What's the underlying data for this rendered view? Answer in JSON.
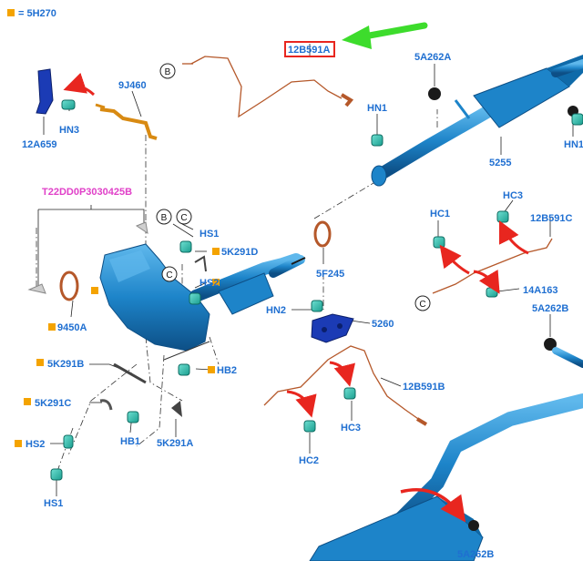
{
  "legend": {
    "swatch_color": "#f4a300",
    "text": "= 5H270"
  },
  "colors": {
    "label": "#1f6fd1",
    "magenta": "#e040c8",
    "part": "#1d84c9",
    "part_dark": "#0d4f86",
    "wire": "#b5582a",
    "arrow_red": "#e8261f",
    "arrow_green": "#3ddc2c",
    "highlight_box": "#e8261f",
    "marker": "#f4a300"
  },
  "labels": {
    "p12B591A": "12B591A",
    "p5A262A": "5A262A",
    "hn1_top": "HN1",
    "hn1_right": "HN1",
    "p9J460": "9J460",
    "hn3": "HN3",
    "p12A659": "12A659",
    "p5255": "5255",
    "t22dd": "T22DD0P3030425B",
    "hs1_mid": "HS1",
    "p5K291D": "5K291D",
    "hs2_mid": "HS2",
    "p9450A": "9450A",
    "p5F245": "5F245",
    "hn2": "HN2",
    "p5260": "5260",
    "hc1": "HC1",
    "hc3_top": "HC3",
    "p12B591C": "12B591C",
    "p14A163": "14A163",
    "p5A262B_top": "5A262B",
    "hb2": "HB2",
    "p5K291B": "5K291B",
    "p5K291C": "5K291C",
    "hb1": "HB1",
    "p5K291A": "5K291A",
    "hs2_left": "HS2",
    "hs1_bottom": "HS1",
    "p12B591B": "12B591B",
    "hc3_bottom": "HC3",
    "hc2": "HC2",
    "p5A262B_bottom": "5A262B"
  },
  "callouts": {
    "b1": "B",
    "b2": "B",
    "c1": "C",
    "c2": "C",
    "c3": "C"
  },
  "icons": [
    "arrow-green-icon",
    "arrow-red-icon",
    "marker-square-icon",
    "callout-circle-icon"
  ]
}
